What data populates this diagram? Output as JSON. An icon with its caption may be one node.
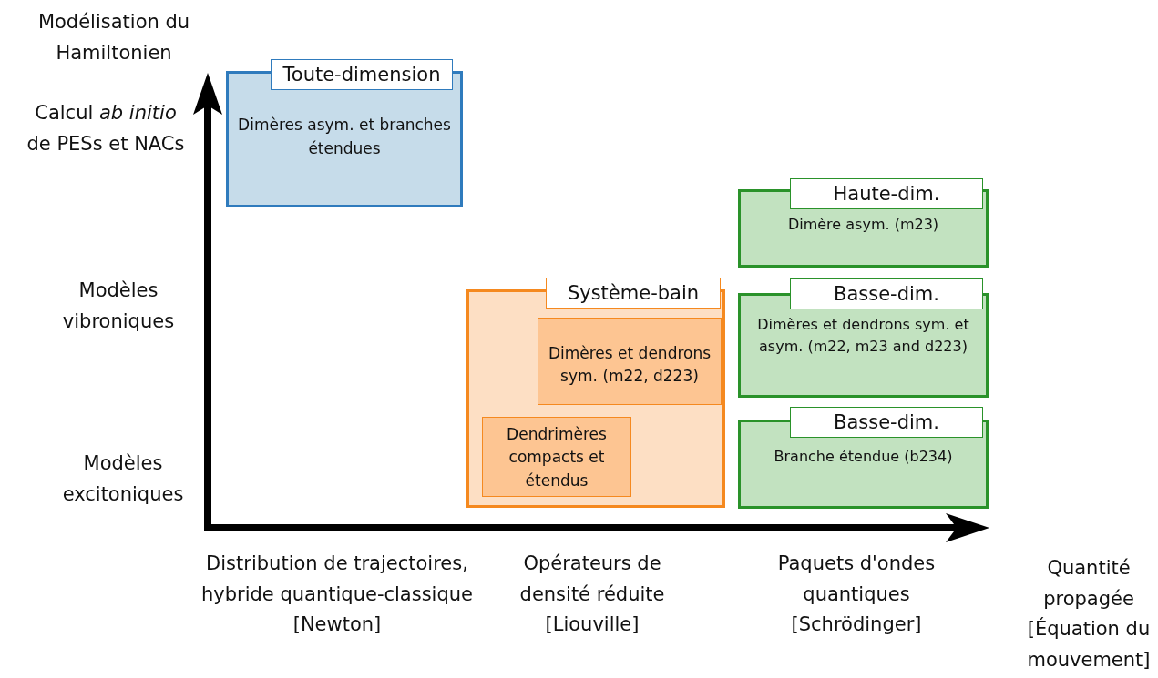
{
  "diagram": {
    "nodes": [
      {
        "text": [
          "Toute-dimension",
          "Dimères asym. et branches étendues"
        ]
      },
      {
        "text": [
          "Système-bain"
        ]
      },
      {
        "text": [
          "Dimères et dendrons sym. (m22, d223)"
        ],
        "in": 1
      },
      {
        "text": [
          "Dendrimères compacts et étendus"
        ],
        "in": 1
      },
      {
        "text": [
          "Haute-dim.",
          "Dimère asym. (m23)"
        ]
      },
      {
        "text": [
          "Basse-dim.",
          "Dimères et dendrons sym. et asym. (m22, m23 and d223)"
        ]
      },
      {
        "text": [
          "Basse-dim.",
          "Branche étendue (b234)"
        ]
      }
    ],
    "labels": [
      "Modélisation du Hamiltonien",
      "Calcul *ab initio* de PESs et NACs",
      "Modèles vibroniques",
      "Modèles excitoniques",
      "Distribution de trajectoires, hybride quantique-classique [Newton]",
      "Opérateurs de densité réduite [Liouville]",
      "Paquets d'ondes quantiques [Schrödinger]",
      "Quantité propagée [Équation du mouvement]"
    ]
  }
}
